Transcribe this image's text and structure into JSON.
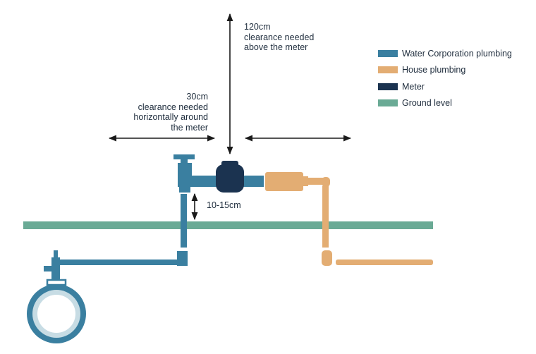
{
  "annotations": {
    "vertical_clearance": [
      "120cm",
      "clearance needed",
      "above the meter"
    ],
    "horizontal_clearance": [
      "30cm",
      "clearance needed",
      "horizontally around",
      "the meter"
    ],
    "depth": "10-15cm"
  },
  "legend": [
    {
      "label": "Water Corporation plumbing",
      "color": "#3a7fa0"
    },
    {
      "label": "House plumbing",
      "color": "#e3ad73"
    },
    {
      "label": "Meter",
      "color": "#1b3350"
    },
    {
      "label": "Ground level",
      "color": "#6aaa95"
    }
  ],
  "colors": {
    "water_pipe": "#3a7fa0",
    "house_pipe": "#e3ad73",
    "meter": "#1b3350",
    "ground": "#6aaa95",
    "main_inner": "#c7dce4",
    "arrow": "#1a1a1a"
  }
}
